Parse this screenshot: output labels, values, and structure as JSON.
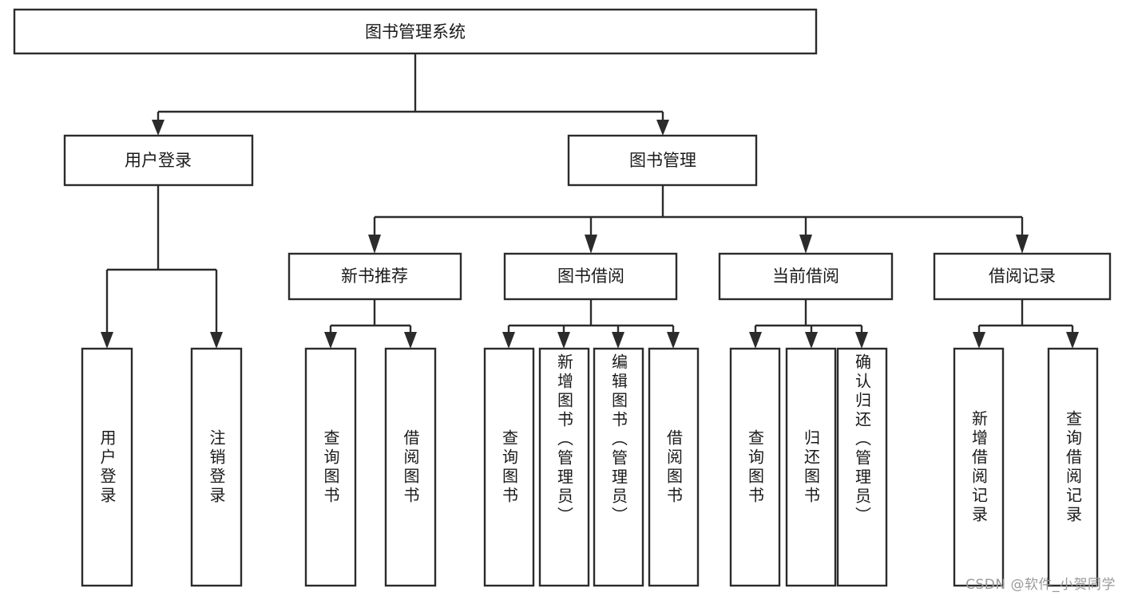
{
  "diagram": {
    "title": "图书管理系统",
    "type": "tree-hierarchy-chart",
    "watermark": "CSDN @软件_小贺同学",
    "colors": {
      "box_stroke": "#2b2b2b",
      "box_fill": "#ffffff",
      "connector": "#2b2b2b",
      "text": "#1a1a1a",
      "watermark": "#9a9a9a",
      "background": "#ffffff"
    },
    "root": {
      "label": "图书管理系统"
    },
    "level2": [
      {
        "label": "用户登录"
      },
      {
        "label": "图书管理"
      }
    ],
    "level3": [
      {
        "label": "新书推荐"
      },
      {
        "label": "图书借阅"
      },
      {
        "label": "当前借阅"
      },
      {
        "label": "借阅记录"
      }
    ],
    "leaves": {
      "user_login": [
        {
          "label": "用户登录"
        },
        {
          "label": "注销登录"
        }
      ],
      "new_book_recommend": [
        {
          "label": "查询图书"
        },
        {
          "label": "借阅图书"
        }
      ],
      "book_borrow": [
        {
          "label": "查询图书"
        },
        {
          "label": "新增图书（管理员）"
        },
        {
          "label": "编辑图书（管理员）"
        },
        {
          "label": "借阅图书"
        }
      ],
      "current_borrow": [
        {
          "label": "查询图书"
        },
        {
          "label": "归还图书"
        },
        {
          "label": "确认归还（管理员）"
        }
      ],
      "borrow_records": [
        {
          "label": "新增借阅记录"
        },
        {
          "label": "查询借阅记录"
        }
      ]
    }
  }
}
